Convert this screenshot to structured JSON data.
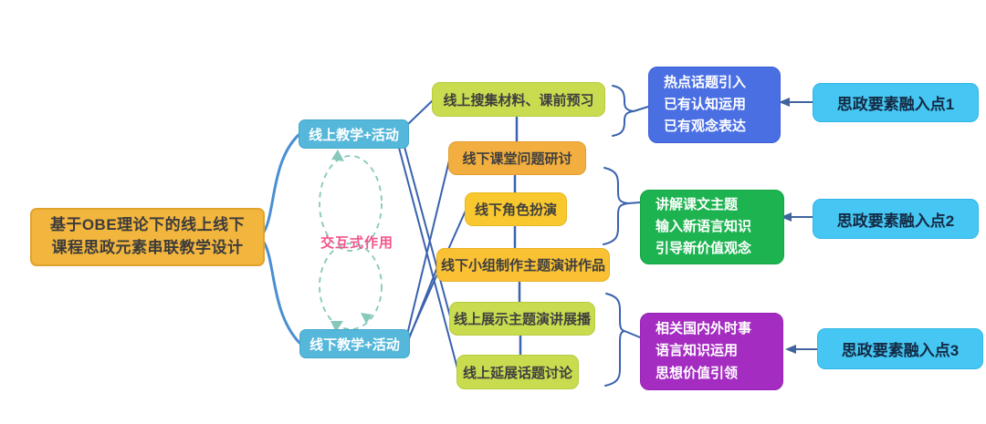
{
  "diagram": {
    "root": {
      "lines": [
        "基于OBE理论下的线上线下",
        "课程思政元素串联教学设计"
      ],
      "color": "#F2B53D"
    },
    "branches": [
      {
        "label": "线上教学+活动",
        "color": "#55B7D9"
      },
      {
        "label": "线下教学+活动",
        "color": "#55B7D9"
      }
    ],
    "interaction": {
      "label": "交互式作用",
      "label_color": "#F2558C",
      "loop_color": "#86C8BB"
    },
    "activities": [
      {
        "label": "线上搜集材料、课前预习",
        "color": "#C9DB4F"
      },
      {
        "label": "线下课堂问题研讨",
        "color": "#F2AE3E"
      },
      {
        "label": "线下角色扮演",
        "color": "#F9C72E"
      },
      {
        "label": "线下小组制作主题演讲作品",
        "color": "#F9C133"
      },
      {
        "label": "线上展示主题演讲展播",
        "color": "#C9DB4F"
      },
      {
        "label": "线上延展话题讨论",
        "color": "#C9DB4F"
      }
    ],
    "outcomes": [
      {
        "lines": [
          "热点话题引入",
          "已有认知运用",
          "已有观念表达"
        ],
        "color": "#4A6FE3"
      },
      {
        "lines": [
          "讲解课文主题",
          "输入新语言知识",
          "引导新价值观念"
        ],
        "color": "#1EB351"
      },
      {
        "lines": [
          "相关国内外时事",
          "语言知识运用",
          "思想价值引领"
        ],
        "color": "#A42CC1"
      }
    ],
    "points": [
      {
        "label": "思政要素融入点1",
        "color": "#45C6F3"
      },
      {
        "label": "思政要素融入点2",
        "color": "#45C6F3"
      },
      {
        "label": "思政要素融入点3",
        "color": "#45C6F3"
      }
    ],
    "connector_colors": {
      "branch_lines": "#3A62AE",
      "root_curves": "#4A8FD3",
      "arrows": "#41639E"
    }
  }
}
